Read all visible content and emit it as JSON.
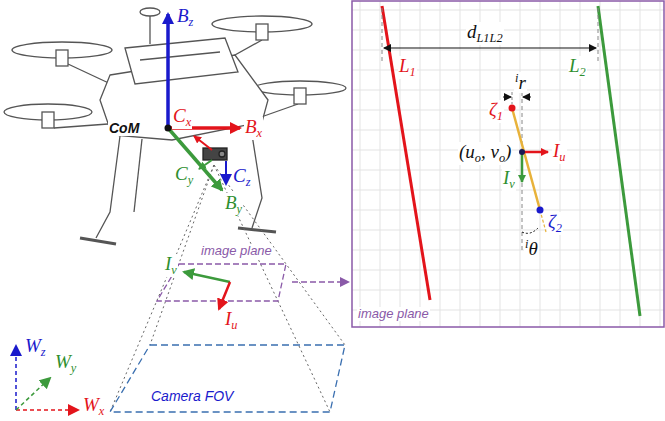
{
  "diagram": {
    "labels": [
      "Bz",
      "Cx",
      "Bx",
      "CoM",
      "Cy",
      "Cz",
      "By",
      "Iv",
      "image plane",
      "Iu",
      "Wz",
      "Wy",
      "Wx",
      "Camera FOV",
      "L1",
      "dL1L2",
      "L2",
      "ir",
      "ζ1",
      "(uo, vo)",
      "Iu",
      "Iv",
      "ζ2",
      "iθ",
      "image plane"
    ]
  }
}
